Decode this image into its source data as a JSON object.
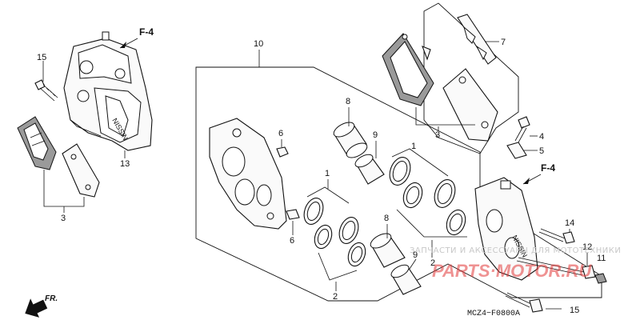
{
  "diagram": {
    "labels": {
      "f4_left": "F-4",
      "f4_right": "F-4",
      "l15_top": "15",
      "l13": "13",
      "l3_left": "3",
      "l10": "10",
      "l7": "7",
      "l3_top": "3",
      "l4": "4",
      "l5": "5",
      "l8_top": "8",
      "l9_top": "9",
      "l6_top": "6",
      "l1_right": "1",
      "l1_mid": "1",
      "l6_bottom": "6",
      "l8_bottom": "8",
      "l9_bottom": "9",
      "l2_right": "2",
      "l2_bottom": "2",
      "l14": "14",
      "l12": "12",
      "l11": "11",
      "l15_bottom": "15"
    },
    "front_arrow": "FR.",
    "figure_code": "MCZ4−F0800A",
    "watermark_text": "ЗАПЧАСТИ И АКСЕССУАРЫ ДЛЯ МОТОТЕХНИКИ",
    "watermark_logo": "PARTS·MOTOR.RU"
  }
}
